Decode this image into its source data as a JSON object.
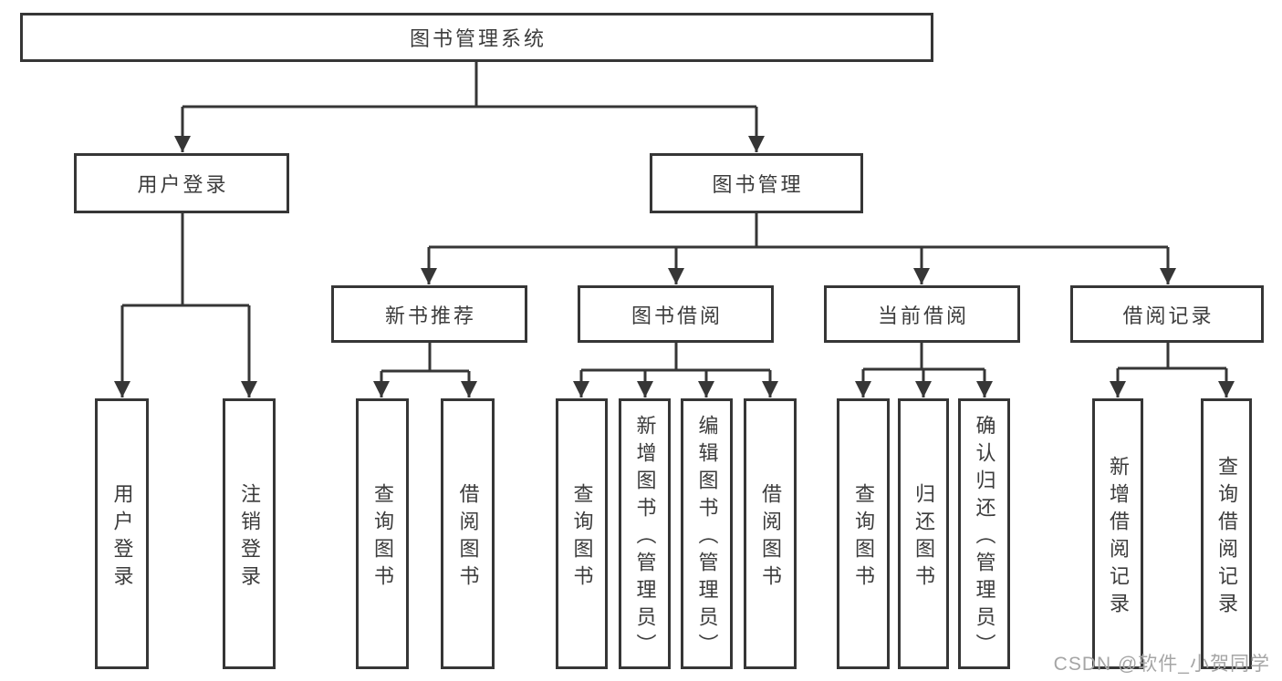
{
  "diagram": {
    "root": {
      "label": "图书管理系统"
    },
    "branches": [
      {
        "label": "用户登录"
      },
      {
        "label": "图书管理"
      }
    ],
    "modules": [
      {
        "label": "新书推荐"
      },
      {
        "label": "图书借阅"
      },
      {
        "label": "当前借阅"
      },
      {
        "label": "借阅记录"
      }
    ],
    "leaves": [
      {
        "label": "用户登录"
      },
      {
        "label": "注销登录"
      },
      {
        "label": "查询图书"
      },
      {
        "label": "借阅图书"
      },
      {
        "label": "查询图书"
      },
      {
        "label": "新增图书（管理员）"
      },
      {
        "label": "编辑图书（管理员）"
      },
      {
        "label": "借阅图书"
      },
      {
        "label": "查询图书"
      },
      {
        "label": "归还图书"
      },
      {
        "label": "确认归还（管理员）"
      },
      {
        "label": "新增借阅记录"
      },
      {
        "label": "查询借阅记录"
      }
    ],
    "watermark": "CSDN @软件_小贺同学",
    "colors": {
      "line": "#363636",
      "text": "#3c3c3c",
      "watermark": "#a5a5a5",
      "background": "#ffffff"
    }
  }
}
